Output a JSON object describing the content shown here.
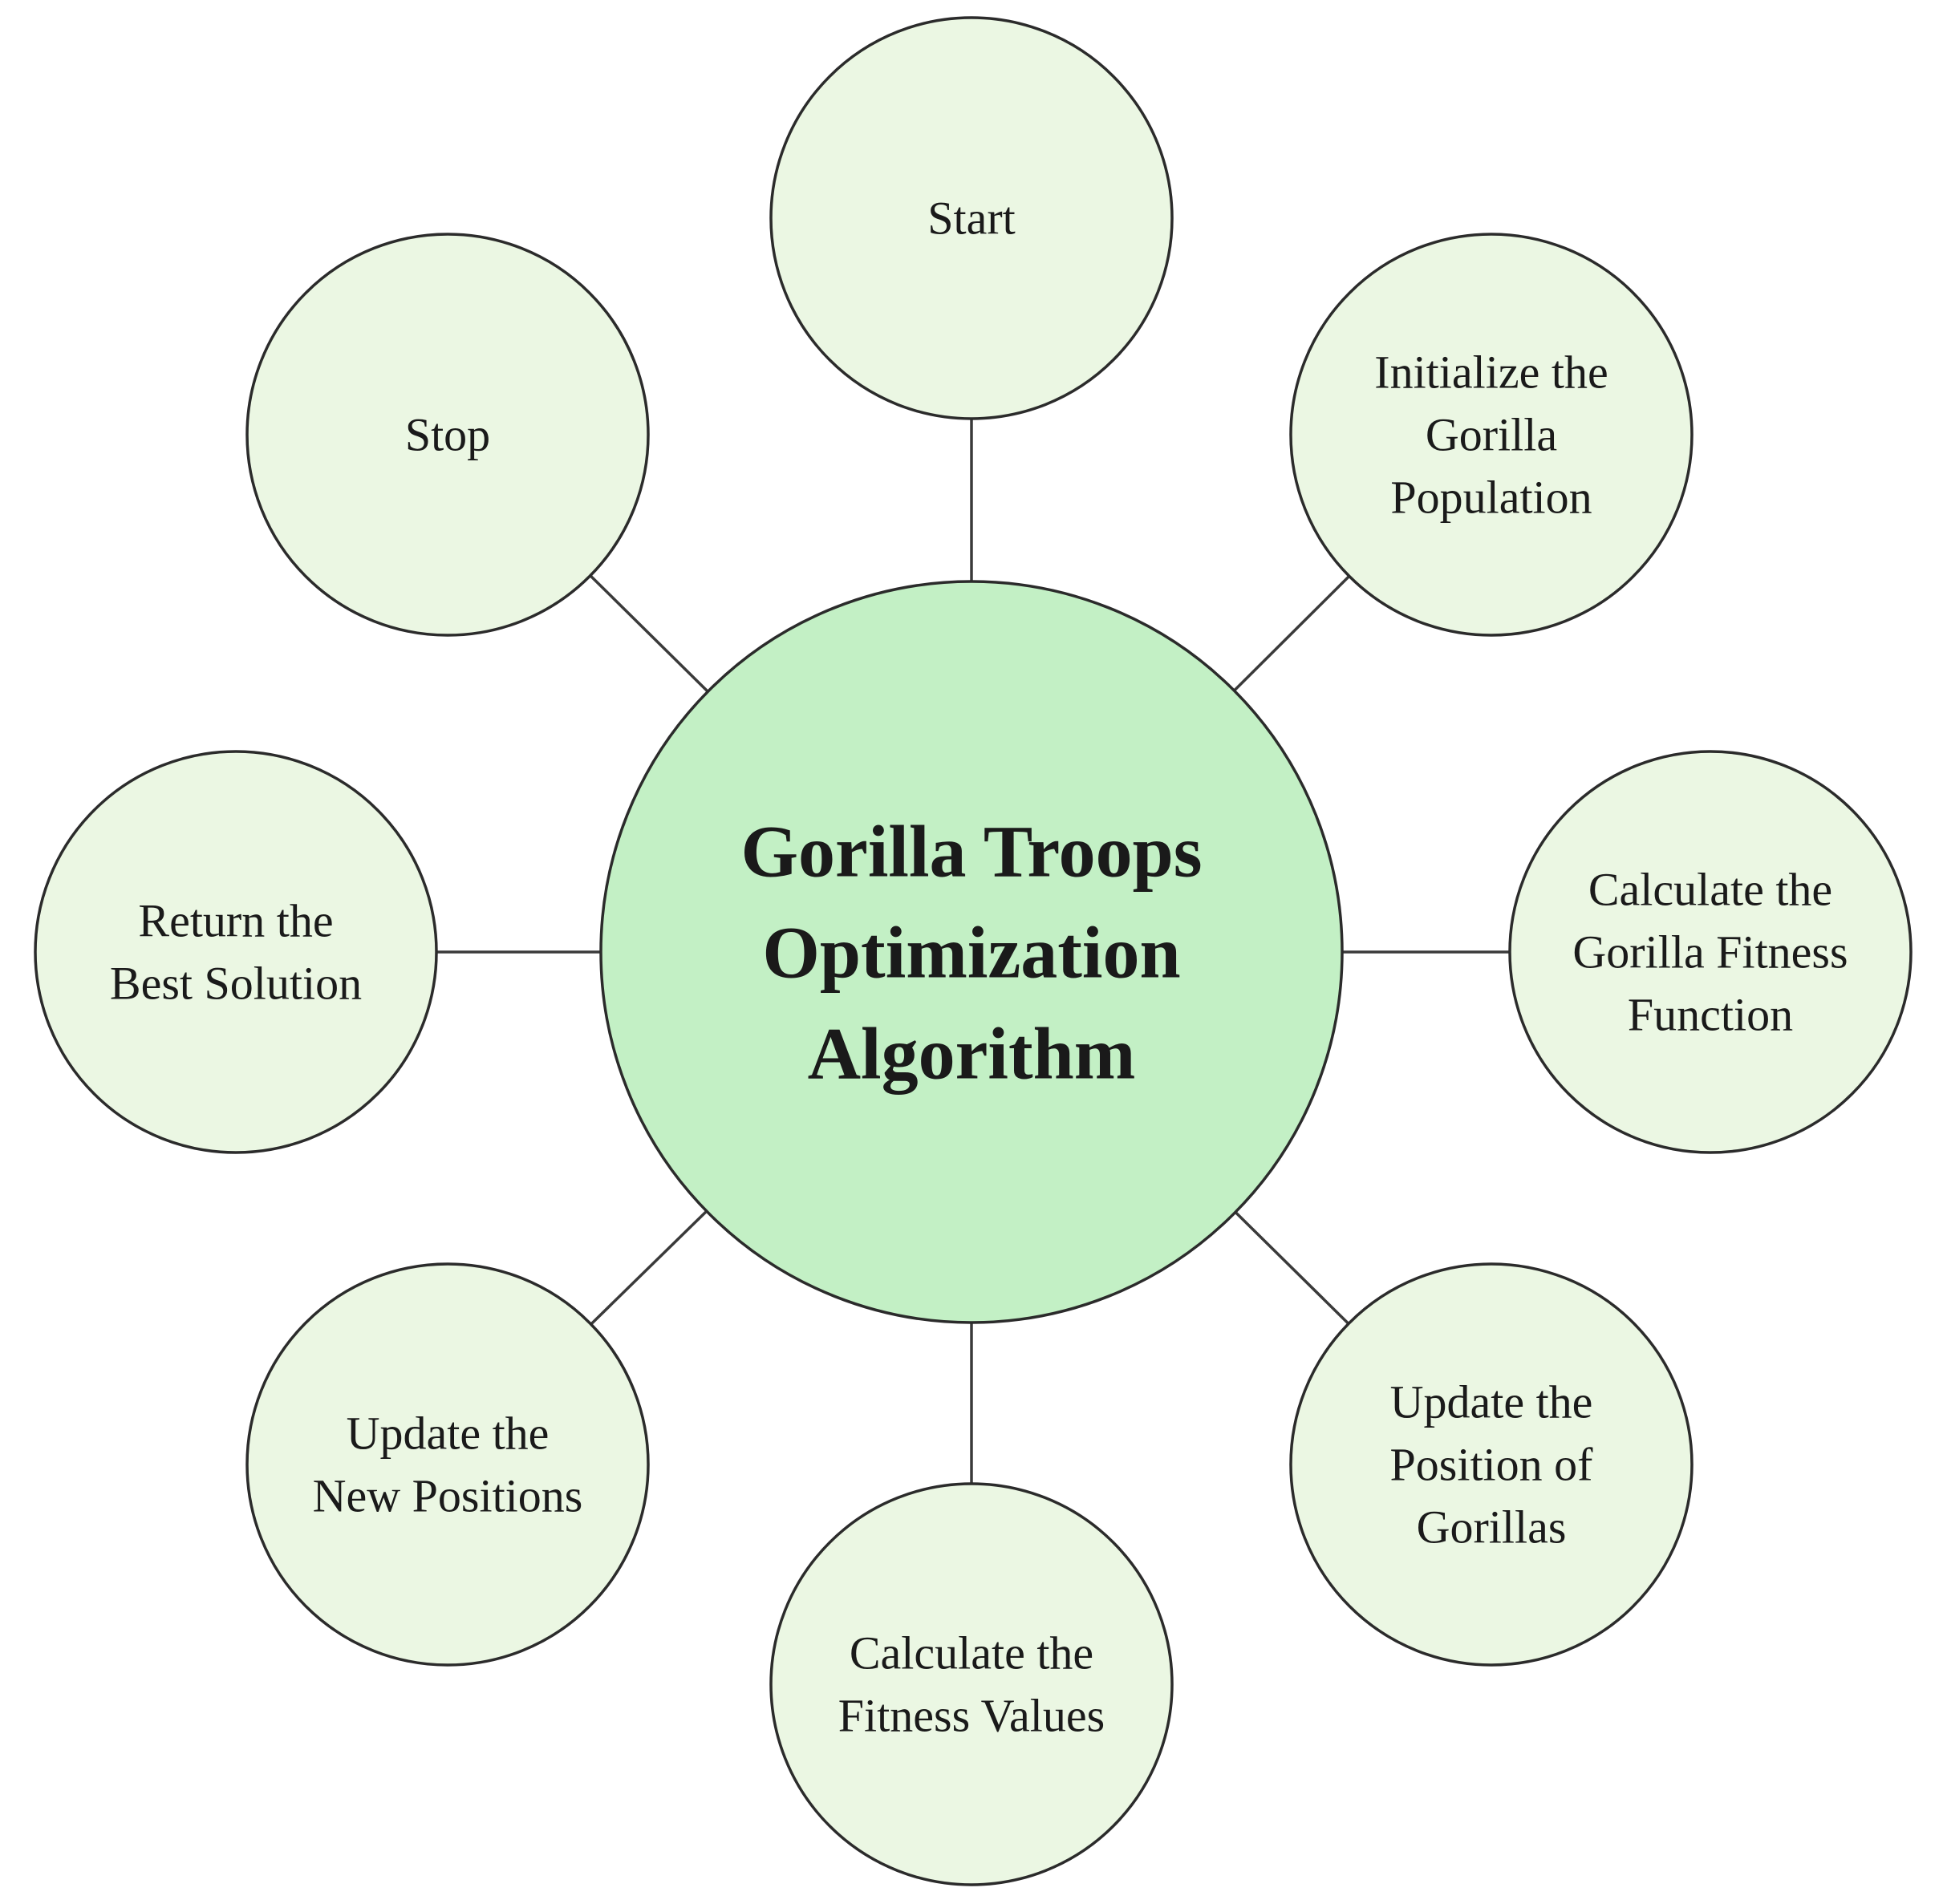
{
  "colors": {
    "hub_fill": "#c3f0c5",
    "node_fill": "#ebf7e3",
    "outline": "#2b2b2b"
  },
  "hub": {
    "lines": [
      "Gorilla Troops",
      "Optimization",
      "Algorithm"
    ]
  },
  "nodes": [
    {
      "id": "start",
      "lines": [
        "Start"
      ]
    },
    {
      "id": "initialize-population",
      "lines": [
        "Initialize the",
        "Gorilla",
        "Population"
      ]
    },
    {
      "id": "calculate-fitness-function",
      "lines": [
        "Calculate the",
        "Gorilla Fitness",
        "Function"
      ]
    },
    {
      "id": "update-position-of-gorillas",
      "lines": [
        "Update the",
        "Position of",
        "Gorillas"
      ]
    },
    {
      "id": "calculate-fitness-values",
      "lines": [
        "Calculate the",
        "Fitness Values"
      ]
    },
    {
      "id": "update-new-positions",
      "lines": [
        "Update the",
        "New Positions"
      ]
    },
    {
      "id": "return-best-solution",
      "lines": [
        "Return the",
        "Best Solution"
      ]
    },
    {
      "id": "stop",
      "lines": [
        "Stop"
      ]
    }
  ]
}
